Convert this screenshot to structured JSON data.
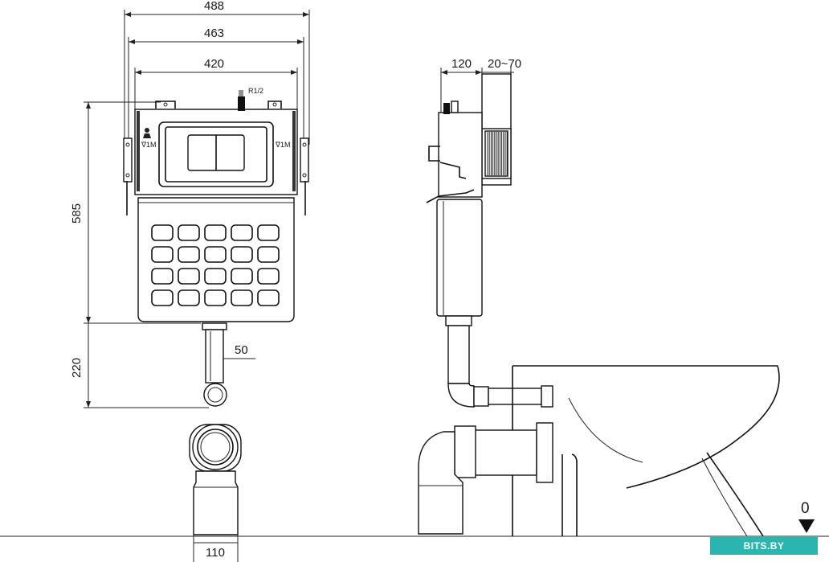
{
  "dimensions": {
    "width_outer": "488",
    "width_frame": "463",
    "width_inner": "420",
    "height_frame": "585",
    "height_drain": "220",
    "pipe_dia": "50",
    "outlet_dia": "110",
    "depth": "120",
    "wall_range": "20~70",
    "floor_level": "0"
  },
  "labels": {
    "water_inlet": "R1/2",
    "left_mark": "∇1M",
    "right_mark": "∇1M"
  },
  "watermark": "BITS.BY"
}
